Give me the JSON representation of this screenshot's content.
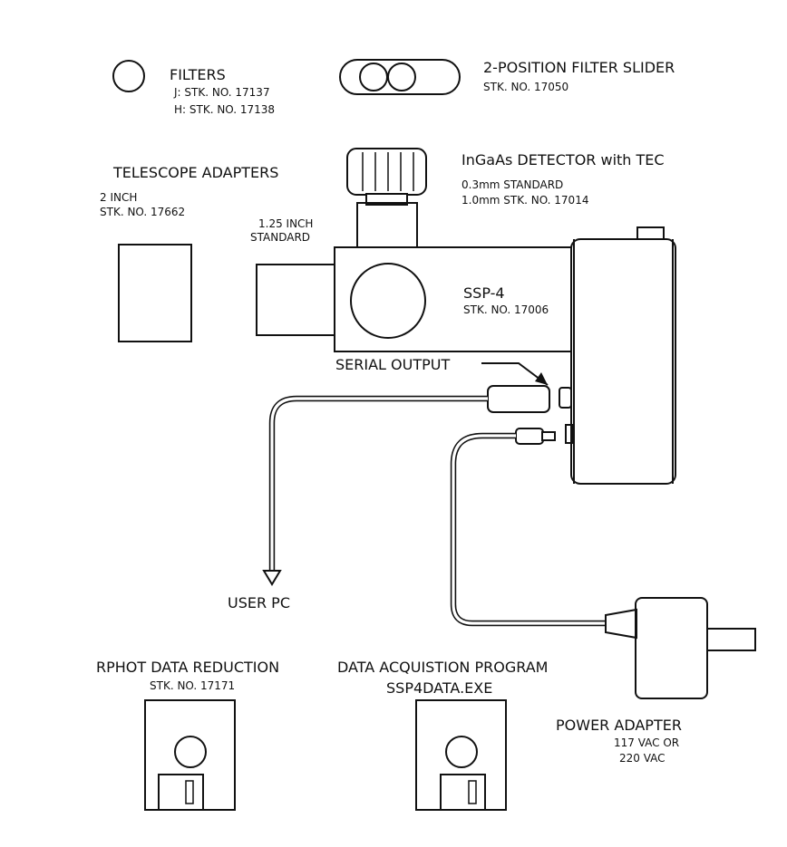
{
  "filters": {
    "title": "FILTERS",
    "line_j": "J:  STK. NO. 17137",
    "line_h": "H:  STK. NO. 17138"
  },
  "slider": {
    "title": "2-POSITION FILTER SLIDER",
    "stock": "STK. NO. 17050"
  },
  "telescope_adapters": {
    "title": "TELESCOPE ADAPTERS",
    "two_inch": "2 INCH",
    "two_inch_stock": "STK. NO. 17662",
    "small_size": "1.25 INCH",
    "small_note": "STANDARD"
  },
  "detector": {
    "title": "InGaAs DETECTOR with TEC",
    "standard": "0.3mm STANDARD",
    "option": "1.0mm STK. NO. 17014"
  },
  "photometer": {
    "name": "SSP-4",
    "stock": "STK. NO. 17006"
  },
  "serial_output": {
    "label": "SERIAL OUTPUT"
  },
  "user_pc": {
    "label": "USER PC"
  },
  "power_adapter": {
    "title": "POWER ADAPTER",
    "line1": "117 VAC OR",
    "line2": "220 VAC"
  },
  "rphot": {
    "title": "RPHOT DATA REDUCTION",
    "stock": "STK. NO. 17171"
  },
  "daq": {
    "title": "DATA ACQUISTION PROGRAM",
    "file": "SSP4DATA.EXE"
  }
}
